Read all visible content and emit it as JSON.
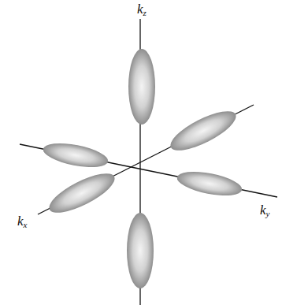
{
  "diagram": {
    "labels": [
      "kz",
      "ky",
      "kx"
    ]
  }
}
